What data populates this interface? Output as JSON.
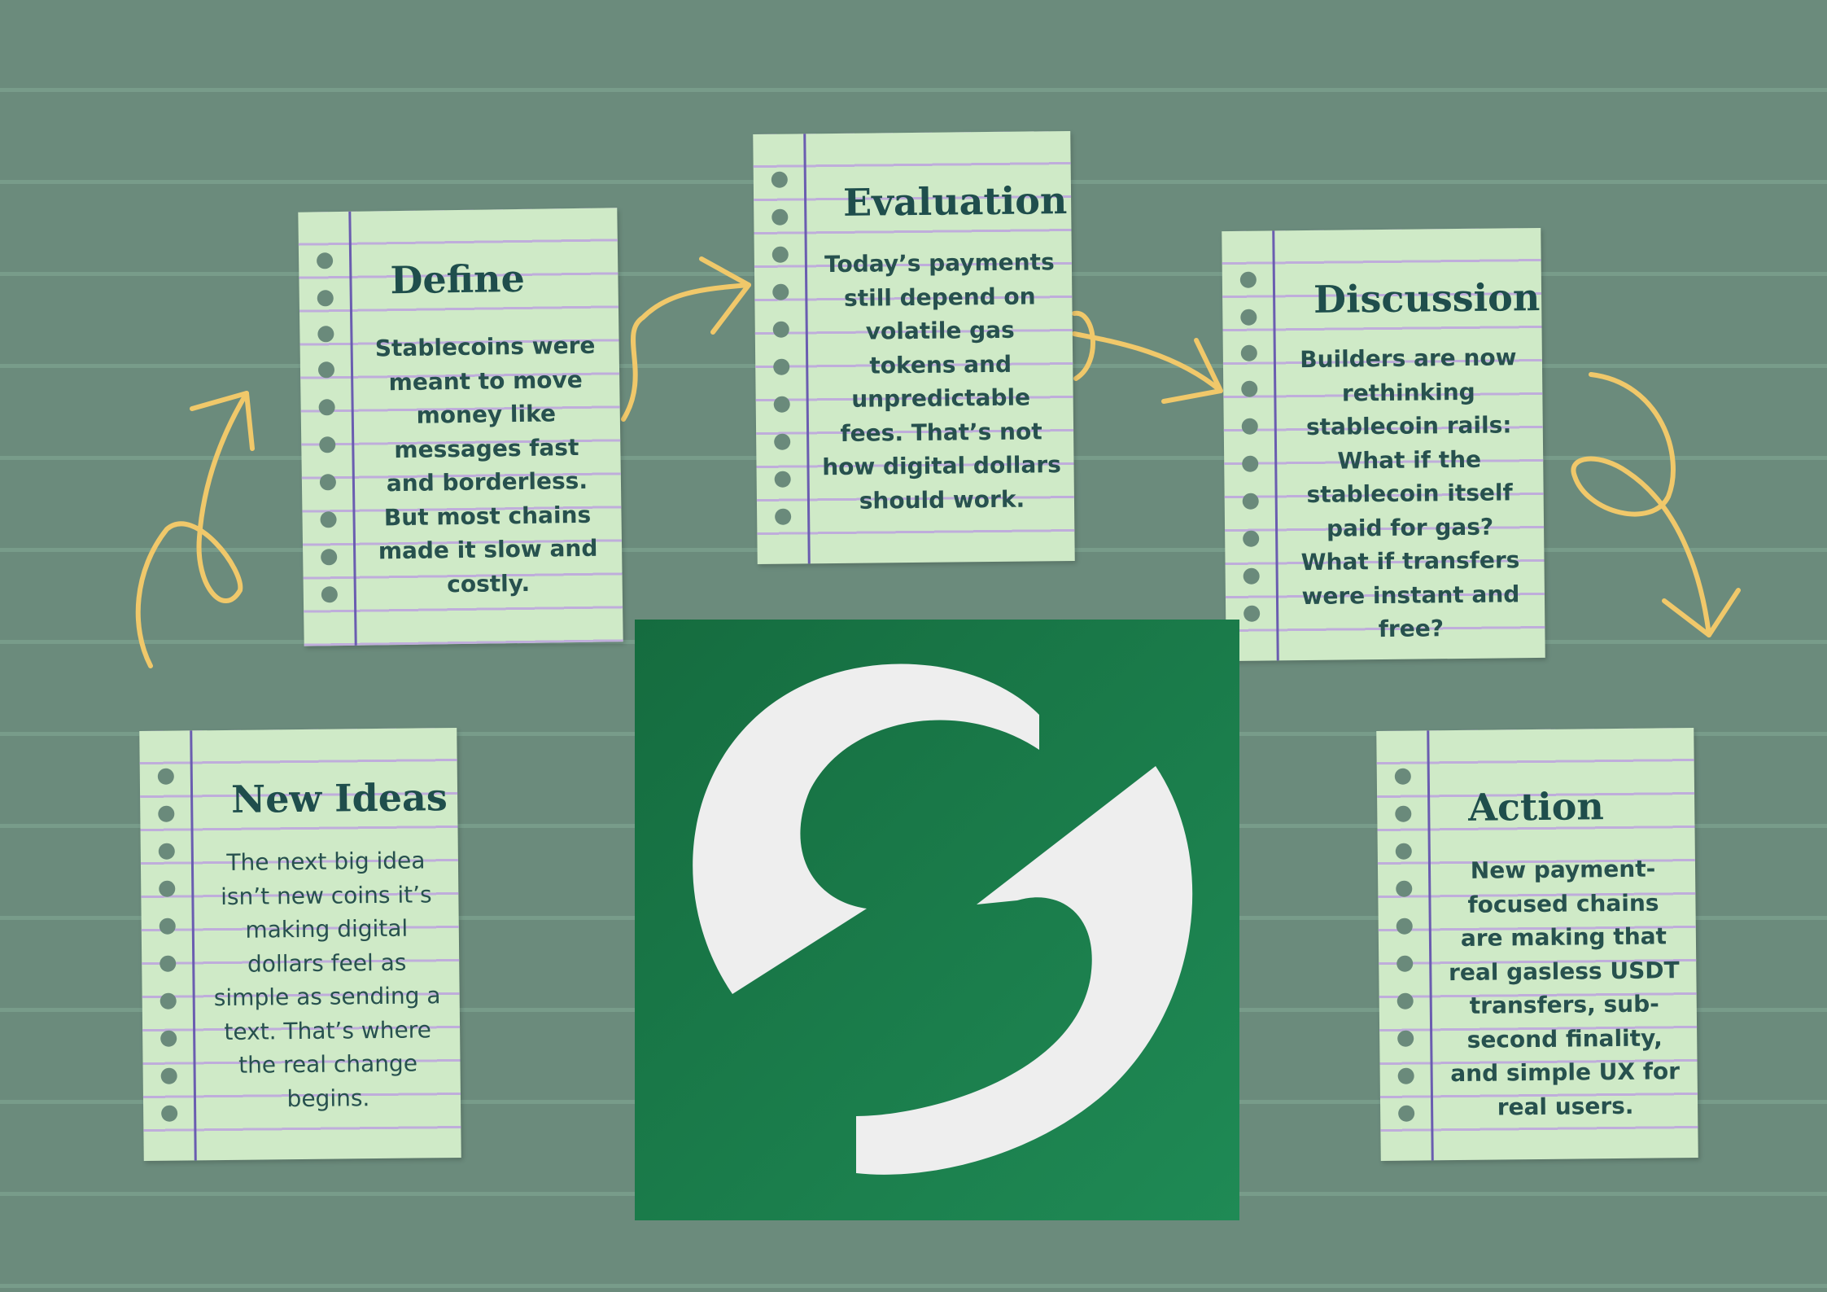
{
  "cards": {
    "define": {
      "title": "Define",
      "body": "Stablecoins were meant to move money like messages fast and borderless. But most chains made it slow and costly."
    },
    "evaluation": {
      "title": "Evaluation",
      "body": "Today’s payments still depend on volatile gas tokens and unpredictable fees. That’s not how digital dollars should work."
    },
    "discussion": {
      "title": "Discussion",
      "body": "Builders are now rethinking stablecoin rails: What if the stablecoin itself paid for gas? What if transfers were instant and free?"
    },
    "new_ideas": {
      "title": "New Ideas",
      "body": "The next big idea isn’t new coins it’s making digital dollars feel as simple as sending a text. That’s where the real change begins."
    },
    "action": {
      "title": "Action",
      "body": "New payment-focused chains are making that real gasless USDT transfers, sub-second finality, and simple UX for real users."
    }
  },
  "logo": {
    "icon": "stable-s-logo-icon"
  },
  "colors": {
    "background": "#6b8b7c",
    "card": "#cfeac7",
    "title": "#1f4e4c",
    "arrow": "#f0c86a",
    "logo_bg": "#1b7a4a",
    "logo_mark": "#eeeeee"
  }
}
